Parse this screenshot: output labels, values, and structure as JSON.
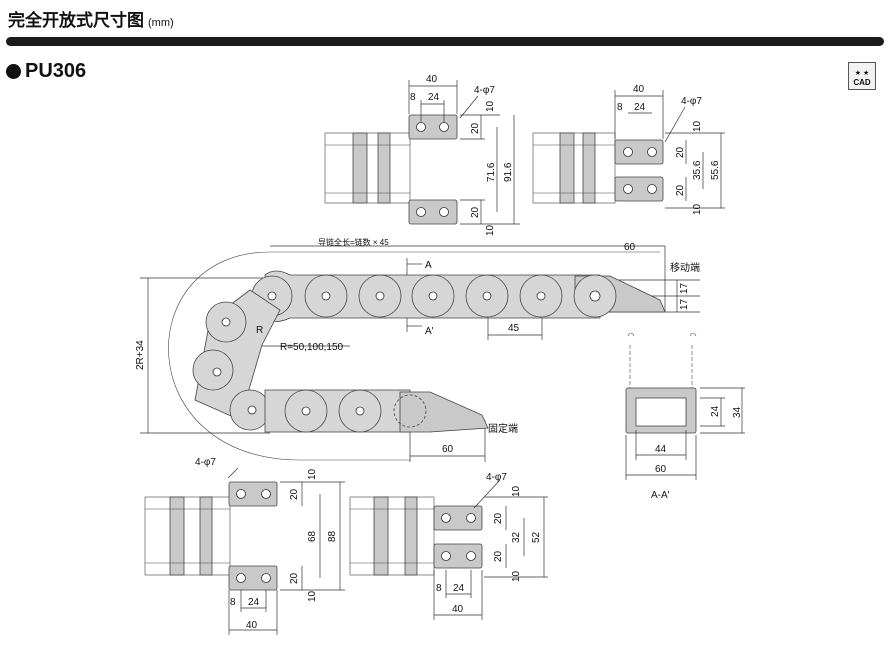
{
  "header": {
    "title": "完全开放式尺寸图",
    "unit": "(mm)"
  },
  "model": "PU306",
  "cad_icon": {
    "label": "CAD",
    "stars": "★ ★"
  },
  "labels": {
    "overall_len": "导链全长=链数 × 45",
    "moving_end": "移动端",
    "fixed_end": "固定端",
    "radius": "R=50,100,150",
    "r_mark": "R",
    "height": "2R+34",
    "pitch": "45",
    "end_len_top": "60",
    "end_len_bottom": "60",
    "h17a": "17",
    "h17b": "17",
    "sec_a": "A",
    "sec_a2": "A'",
    "sec_title": "A-A'"
  },
  "section": {
    "w_inner": "44",
    "w_outer": "60",
    "h_inner": "24",
    "h_outer": "34"
  },
  "view_tl": {
    "w": "40",
    "a": "8",
    "b": "24",
    "holes": "4-φ7",
    "d10a": "10",
    "d20a": "20",
    "d716": "71.6",
    "d916": "91.6",
    "d20b": "20",
    "d10b": "10"
  },
  "view_tr": {
    "w": "40",
    "a": "8",
    "b": "24",
    "holes": "4-φ7",
    "d10a": "10",
    "d20a": "20",
    "d356": "35.6",
    "d556": "55.6",
    "d20b": "20",
    "d10b": "10"
  },
  "view_bl": {
    "w": "40",
    "a": "8",
    "b": "24",
    "holes": "4-φ7",
    "d10a": "10",
    "d20a": "20",
    "d68": "68",
    "d88": "88",
    "d20b": "20",
    "d10b": "10"
  },
  "view_br": {
    "w": "40",
    "a": "8",
    "b": "24",
    "holes": "4-φ7",
    "d10a": "10",
    "d20a": "20",
    "d32": "32",
    "d52": "52",
    "d20b": "20",
    "d10b": "10"
  }
}
